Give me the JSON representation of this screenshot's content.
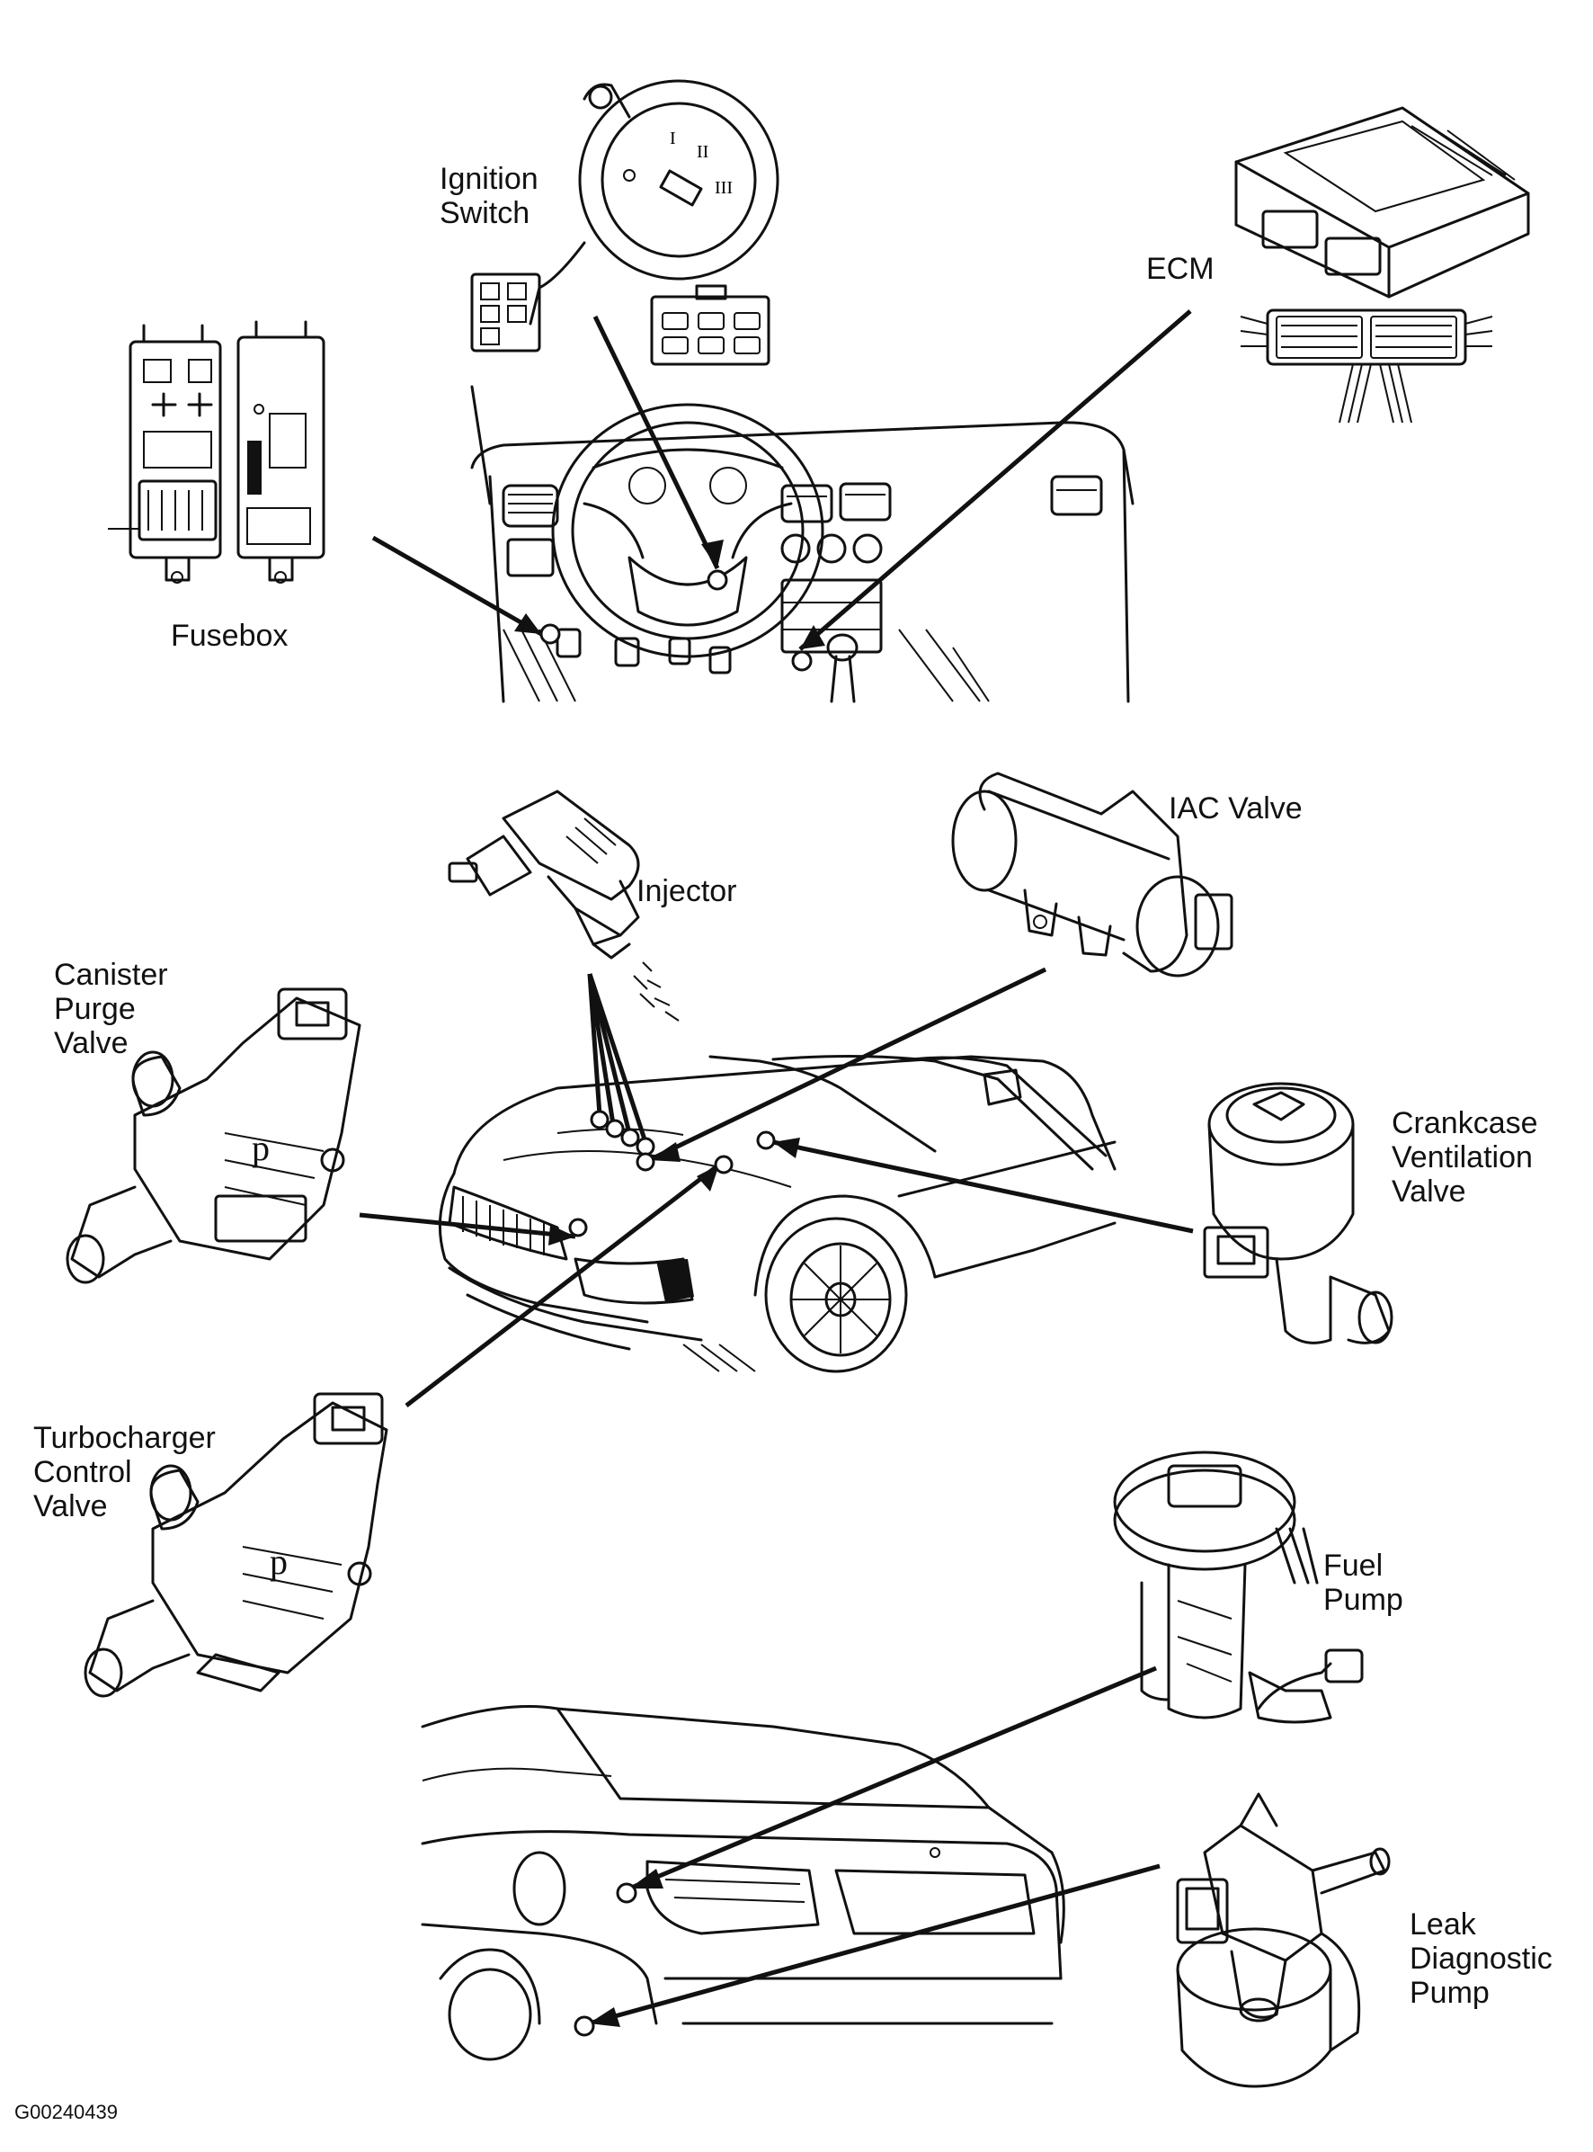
{
  "labels": {
    "ignition_switch": "Ignition\nSwitch",
    "ecm": "ECM",
    "fusebox": "Fusebox",
    "injector": "Injector",
    "iac_valve": "IAC Valve",
    "canister_purge_valve": "Canister\nPurge\nValve",
    "crankcase_ventilation_valve": "Crankcase\nVentilation\nValve",
    "turbocharger_control_valve": "Turbocharger\nControl\nValve",
    "fuel_pump": "Fuel\nPump",
    "leak_diagnostic_pump": "Leak\nDiagnostic\nPump"
  },
  "figure_code": "G00240439"
}
